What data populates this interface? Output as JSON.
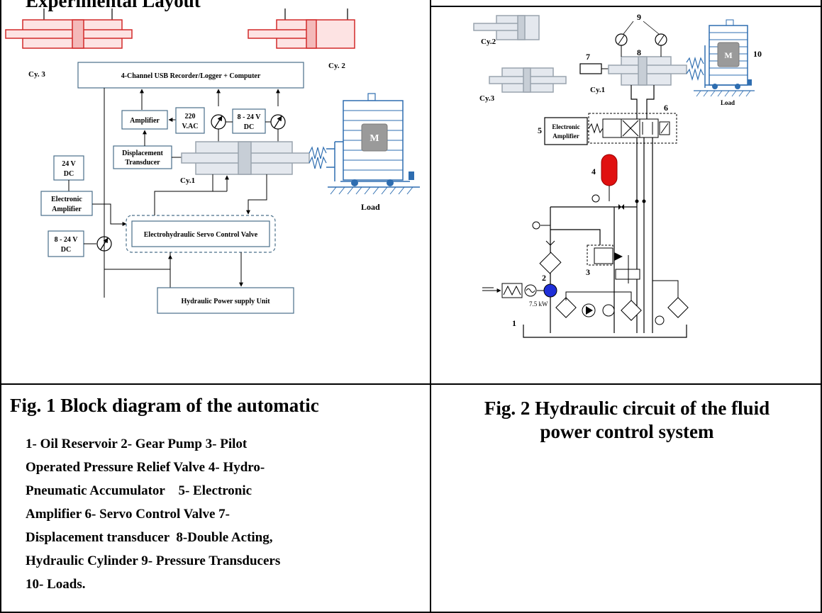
{
  "top_partial_heading": "Experimental Layout",
  "fig1": {
    "cylinder_labels": {
      "cy3": "Cy. 3",
      "cy2": "Cy. 2",
      "cy1": "Cy.1"
    },
    "recorder": "4-Channel USB Recorder/Logger + Computer",
    "amplifier": "Amplifier",
    "power_ac_line1": "220",
    "power_ac_line2": "V.AC",
    "dc_supply_line1": "8 - 24 V",
    "dc_supply_line2": "DC",
    "displacement_line1": "Displacement",
    "displacement_line2": "Transducer",
    "dc24_line1": "24 V",
    "dc24_line2": "DC",
    "electronic_line1": "Electronic",
    "electronic_line2": "Amplifier",
    "servo_valve": "Electrohydraulic Servo Control Valve",
    "hpu": "Hydraulic Power supply Unit",
    "load_label": "Load",
    "motor_label": "M"
  },
  "fig2": {
    "cylinder_labels": {
      "cy2": "Cy.2",
      "cy3": "Cy.3",
      "cy1": "Cy.1"
    },
    "numbers": {
      "n1": "1",
      "n2": "2",
      "n3": "3",
      "n4": "4",
      "n5": "5",
      "n6": "6",
      "n7": "7",
      "n8": "8",
      "n9": "9",
      "n10": "10"
    },
    "electronic_line1": "Electronic",
    "electronic_line2": "Amplifier",
    "motor_power": "7.5 kW",
    "load_label": "Load",
    "motor_label": "M"
  },
  "captions": {
    "fig1_title": "Fig. 1 Block diagram of the automatic",
    "legend_lines": [
      "1- Oil Reservoir 2- Gear Pump 3- Pilot",
      "Operated Pressure Relief Valve 4- Hydro-",
      "Pneumatic Accumulator    5- Electronic",
      "Amplifier 6- Servo Control Valve 7-",
      "Displacement transducer  8-Double Acting,",
      "Hydraulic Cylinder 9- Pressure Transducers",
      "10- Loads."
    ],
    "fig2_title_line1": "Fig. 2 Hydraulic circuit of the fluid",
    "fig2_title_line2": "power control system"
  },
  "colors": {
    "line": "#000000",
    "block_border": "#4a6f8a",
    "cylinder_red": "#d22a2a",
    "cylinder_red_fill": "#fde3e3",
    "cylinder_gray": "#9aa4ae",
    "cylinder_fill": "#e4e8ee",
    "accumulator_red": "#e01010",
    "pump_blue": "#1f2fd8",
    "load_blue": "#2e6db0"
  }
}
